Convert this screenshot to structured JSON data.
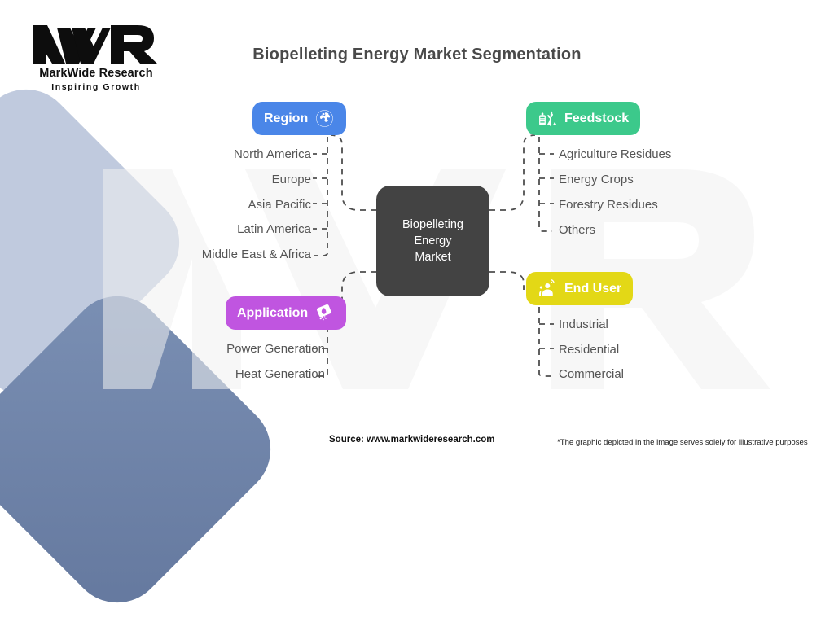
{
  "logo": {
    "mark": "mwr-monogram",
    "name": "MarkWide Research",
    "tagline": "Inspiring Growth"
  },
  "header": {
    "title": "Biopelleting Energy Market Segmentation"
  },
  "center_node": {
    "label": "Biopelleting Energy Market",
    "line1": "Biopelleting",
    "line2": "Energy",
    "line3": "Market",
    "color": "#434343"
  },
  "branches": [
    {
      "id": "region",
      "label": "Region",
      "icon": "globe-icon",
      "color": "#4a86e8",
      "icon_side": "right",
      "align": "right",
      "items": [
        "North America",
        "Europe",
        "Asia Pacific",
        "Latin America",
        "Middle East & Africa"
      ]
    },
    {
      "id": "feedstock",
      "label": "Feedstock",
      "icon": "crop-harvest-icon",
      "color": "#3cc98b",
      "icon_side": "left",
      "align": "left",
      "items": [
        "Agriculture Residues",
        "Energy Crops",
        "Forestry Residues",
        "Others"
      ]
    },
    {
      "id": "application",
      "label": "Application",
      "icon": "leaf-spray-icon",
      "color": "#c055e0",
      "icon_side": "right",
      "align": "right",
      "items": [
        "Power Generation",
        "Heat Generation"
      ]
    },
    {
      "id": "enduser",
      "label": "End User",
      "icon": "user-group-icon",
      "color": "#e3d816",
      "icon_side": "left",
      "align": "left",
      "items": [
        "Industrial",
        "Residential",
        "Commercial"
      ]
    }
  ],
  "footer": {
    "source": "Source: www.markwideresearch.com",
    "disclaimer": "*The graphic depicted in the image serves solely for illustrative purposes"
  },
  "background": {
    "watermark_text": "MWR",
    "shape_light": "#c0cade",
    "shape_dark": "#64789e"
  }
}
